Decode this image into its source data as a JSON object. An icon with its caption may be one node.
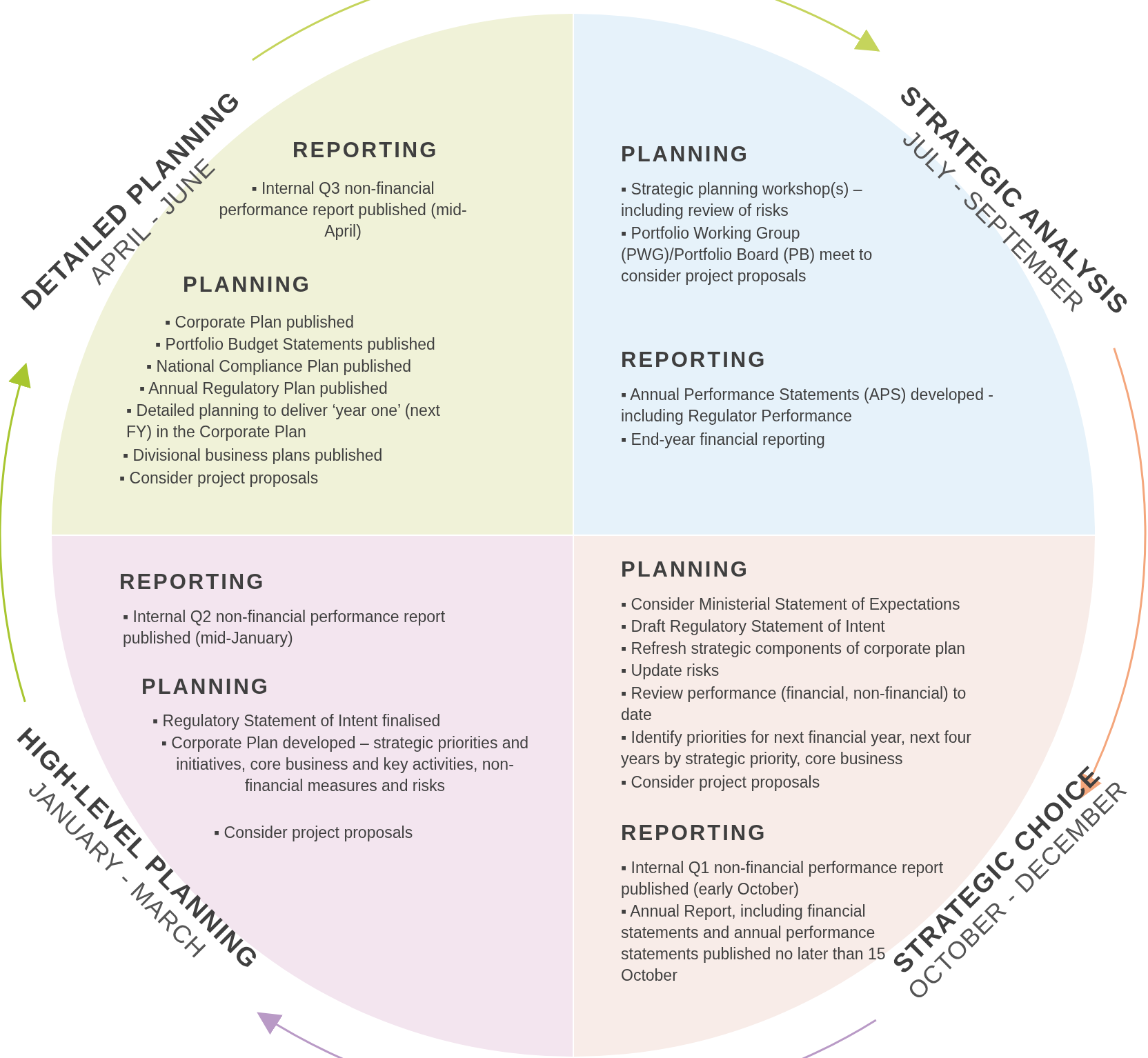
{
  "diagram": {
    "nodes": [
      {
        "text": [
          "DETAILED PLANNING",
          "APRIL - JUNE"
        ]
      },
      {
        "text": [
          "REPORTING",
          "▪ Internal Q3 non-financial performance report published (mid-April)",
          "PLANNING",
          "▪ Corporate Plan published",
          "▪ Portfolio Budget Statements published",
          "▪ National Compliance Plan published",
          "▪ Annual Regulatory Plan published",
          "▪ Detailed planning to deliver ‘year one’ (next FY) in the Corporate Plan",
          "▪ Divisional business plans published",
          "▪ Consider project proposals"
        ]
      },
      {
        "text": [
          "STRATEGIC ANALYSIS",
          "JULY - SEPTEMBER"
        ]
      },
      {
        "text": [
          "PLANNING",
          "▪ Strategic planning workshop(s) – including review of risks",
          "▪ Portfolio Working Group (PWG)/Portfolio Board (PB) meet to consider project proposals",
          "REPORTING",
          "▪ Annual Performance Statements (APS) developed - including Regulator Performance",
          "▪ End-year financial reporting"
        ]
      },
      {
        "text": [
          "STRATEGIC CHOICE",
          "OCTOBER - DECEMBER"
        ]
      },
      {
        "text": [
          "PLANNING",
          "▪ Consider Ministerial Statement of Expectations",
          "▪ Draft Regulatory Statement of Intent",
          "▪ Refresh strategic components of corporate plan",
          "▪ Update risks",
          "▪ Review performance (financial, non-financial) to date",
          "▪ Identify priorities for next financial year, next four years by strategic priority, core business",
          "▪ Consider project proposals",
          "REPORTING",
          "▪ Internal Q1 non-financial performance report published (early October)",
          "▪ Annual Report, including financial statements and annual performance statements published no later than 15 October"
        ]
      },
      {
        "text": [
          "HIGH-LEVEL PLANNING",
          "JANUARY - MARCH"
        ]
      },
      {
        "text": [
          "REPORTING",
          "▪ Internal Q2 non-financial performance report published (mid-January)",
          "PLANNING",
          "▪ Regulatory Statement of Intent finalised",
          "▪ Corporate Plan developed – strategic priorities and initiatives, core business and key activities, non-financial measures and risks",
          "▪ Consider project proposals"
        ]
      }
    ],
    "edges": [
      {
        "from": 0,
        "to": 2,
        "arrow": "to",
        "color": "#c5d45c"
      },
      {
        "from": 2,
        "to": 4,
        "arrow": "to",
        "color": "#f4a67c"
      },
      {
        "from": 4,
        "to": 6,
        "arrow": "to",
        "color": "#b99ac6"
      },
      {
        "from": 6,
        "to": 0,
        "arrow": "to",
        "color": "#a8c630"
      }
    ]
  }
}
